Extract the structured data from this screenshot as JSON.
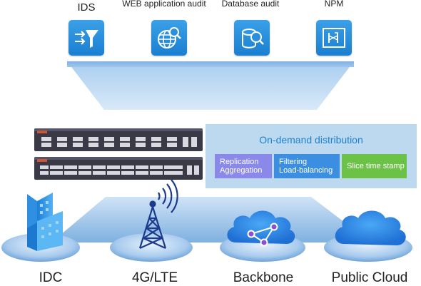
{
  "tools": [
    {
      "label": "IDS",
      "icon": "ids-filter-icon"
    },
    {
      "label": "WEB application audit",
      "icon": "web-audit-globe-icon"
    },
    {
      "label": "Database audit",
      "icon": "database-audit-icon"
    },
    {
      "label": "NPM",
      "icon": "npm-monitor-icon"
    }
  ],
  "distribution": {
    "title": "On-demand distribution",
    "functions": [
      {
        "line1": "Replication",
        "line2": "Aggregation",
        "color": "#8a88e8"
      },
      {
        "line1": "Filtering",
        "line2": "Load-balancing",
        "color": "#3c8fe0"
      },
      {
        "line1": "Slice time stamp",
        "color": "#6cc246"
      }
    ]
  },
  "sources": [
    {
      "label": "IDC",
      "icon": "idc-building-icon"
    },
    {
      "label": "4G/LTE",
      "icon": "cell-tower-icon"
    },
    {
      "label": "Backbone",
      "icon": "backbone-cloud-icon"
    },
    {
      "label": "Public Cloud",
      "icon": "public-cloud-icon"
    }
  ],
  "colors": {
    "icon_blue": "#1a7fd0",
    "platform_blue": "#8fb9e4",
    "panel_bg": "#bcd9ef",
    "device_body": "#3a3a46"
  }
}
